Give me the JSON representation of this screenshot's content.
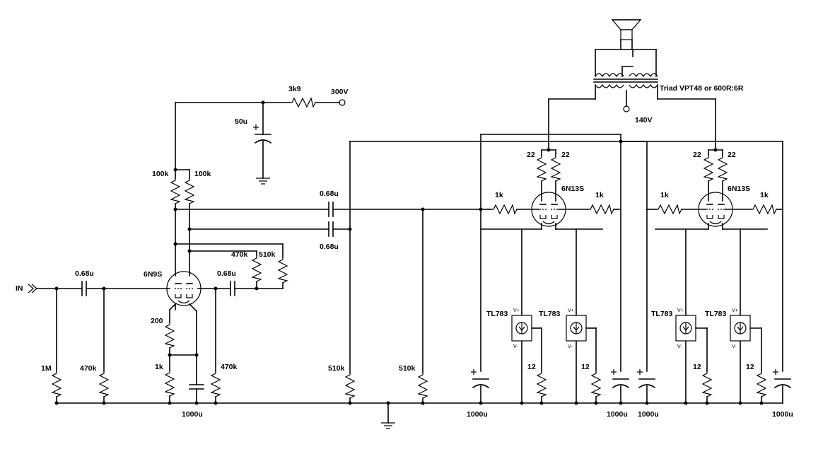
{
  "labels": {
    "input": "IN",
    "supply_300v": "300V",
    "supply_140v": "140V",
    "transformer": "Triad VPT48 or 600R:6R",
    "r_3k9": "3k9",
    "c_50u": "50u",
    "r_100k_a": "100k",
    "r_100k_b": "100k",
    "c_068u_in": "0.68u",
    "c_068u_mid": "0.68u",
    "c_068u_top": "0.68u",
    "c_068u_bot": "0.68u",
    "tube_6n9s": "6N9S",
    "tube_6n13s_left": "6N13S",
    "tube_6n13s_right": "6N13S",
    "r_470k_a": "470k",
    "r_510k_a": "510k",
    "r_200": "200",
    "r_1k_cath": "1k",
    "r_1m": "1M",
    "r_470k_in": "470k",
    "r_470k_grid": "470k",
    "c_1000u_cath": "1000u",
    "r_510k_g1": "510k",
    "r_510k_g2": "510k",
    "r_22_a": "22",
    "r_22_b": "22",
    "r_22_c": "22",
    "r_22_d": "22",
    "r_1k_a": "1k",
    "r_1k_b": "1k",
    "r_1k_c": "1k",
    "r_1k_d": "1k",
    "tl783_a": "TL783",
    "tl783_b": "TL783",
    "tl783_c": "TL783",
    "tl783_d": "TL783",
    "vplus": "V+",
    "vminus": "V-",
    "r_12_a": "12",
    "r_12_b": "12",
    "r_12_c": "12",
    "r_12_d": "12",
    "c_1000u_a": "1000u",
    "c_1000u_b": "1000u",
    "c_1000u_c": "1000u",
    "c_1000u_d": "1000u"
  },
  "icons": [
    "speaker-icon",
    "ground-icon",
    "triode-tube-icon",
    "current-source-icon",
    "input-arrow-icon"
  ]
}
